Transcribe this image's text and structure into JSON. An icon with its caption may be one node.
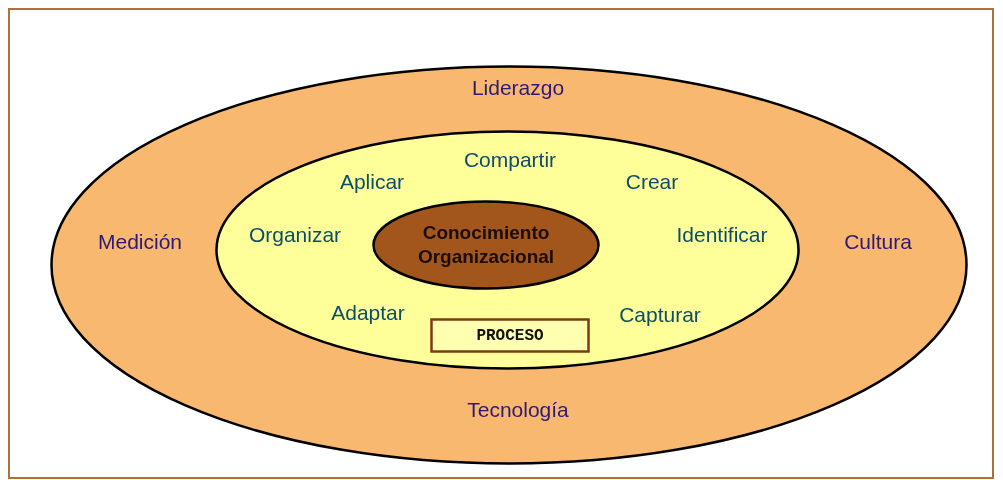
{
  "diagram": {
    "nodes": [
      {
        "text": [
          "Liderazgo",
          "Medición",
          "Cultura",
          "Tecnología"
        ]
      },
      {
        "text": [
          "Compartir",
          "Aplicar",
          "Crear",
          "Organizar",
          "Identificar",
          "Adaptar",
          "Capturar"
        ],
        "in": 0
      },
      {
        "text": [
          "Conocimiento Organizacional"
        ],
        "in": 1
      },
      {
        "text": [
          "PROCESO"
        ],
        "in": 1
      }
    ],
    "edges": []
  }
}
